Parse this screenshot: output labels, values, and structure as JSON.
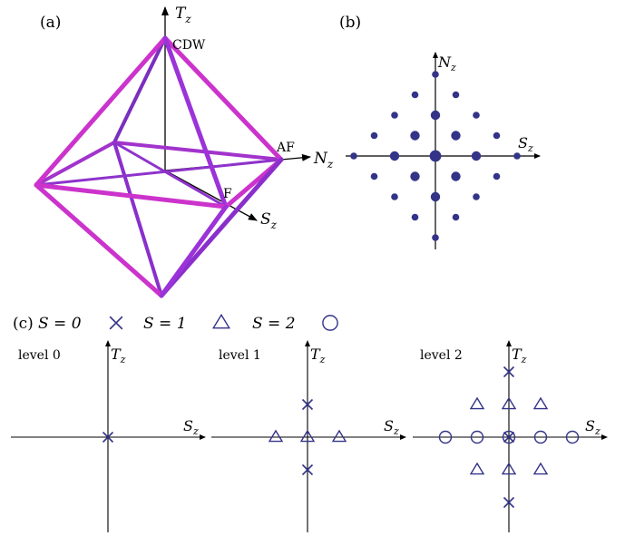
{
  "colors": {
    "edge": "#cc33cc",
    "edge_dark": "#7a2fbf",
    "marker": "#333388",
    "axis": "#000000"
  },
  "panel_a": {
    "panel_label": "(a)",
    "tz_label": "T",
    "tz_sub": "z",
    "nz_label": "N",
    "nz_sub": "z",
    "sz_label": "S",
    "sz_sub": "z",
    "vertex_cdw": "CDW",
    "vertex_af": "AF",
    "vertex_f": "F"
  },
  "panel_b": {
    "panel_label": "(b)",
    "nz_label": "N",
    "nz_sub": "z",
    "sz_label": "S",
    "sz_sub": "z",
    "grid_points": [
      {
        "s": 0,
        "n": 4,
        "w": 1
      },
      {
        "s": -1,
        "n": 3,
        "w": 1
      },
      {
        "s": 1,
        "n": 3,
        "w": 1
      },
      {
        "s": -2,
        "n": 2,
        "w": 1
      },
      {
        "s": 0,
        "n": 2,
        "w": 2
      },
      {
        "s": 2,
        "n": 2,
        "w": 1
      },
      {
        "s": -3,
        "n": 1,
        "w": 1
      },
      {
        "s": -1,
        "n": 1,
        "w": 2
      },
      {
        "s": 1,
        "n": 1,
        "w": 2
      },
      {
        "s": 3,
        "n": 1,
        "w": 1
      },
      {
        "s": -4,
        "n": 0,
        "w": 1
      },
      {
        "s": -2,
        "n": 0,
        "w": 2
      },
      {
        "s": 0,
        "n": 0,
        "w": 3
      },
      {
        "s": 2,
        "n": 0,
        "w": 2
      },
      {
        "s": 4,
        "n": 0,
        "w": 1
      },
      {
        "s": -3,
        "n": -1,
        "w": 1
      },
      {
        "s": -1,
        "n": -1,
        "w": 2
      },
      {
        "s": 1,
        "n": -1,
        "w": 2
      },
      {
        "s": 3,
        "n": -1,
        "w": 1
      },
      {
        "s": -2,
        "n": -2,
        "w": 1
      },
      {
        "s": 0,
        "n": -2,
        "w": 2
      },
      {
        "s": 2,
        "n": -2,
        "w": 1
      },
      {
        "s": -1,
        "n": -3,
        "w": 1
      },
      {
        "s": 1,
        "n": -3,
        "w": 1
      },
      {
        "s": 0,
        "n": -4,
        "w": 1
      }
    ]
  },
  "panel_c": {
    "panel_label": "(c)",
    "legend": [
      {
        "label": "S = 0",
        "marker": "cross"
      },
      {
        "label": "S = 1",
        "marker": "triangle"
      },
      {
        "label": "S = 2",
        "marker": "circle"
      }
    ],
    "tz_label": "T",
    "tz_sub": "z",
    "sz_label": "S",
    "sz_sub": "z",
    "levels": [
      {
        "name": "level 0",
        "points": [
          {
            "s": 0,
            "t": 0,
            "marker": "cross"
          }
        ]
      },
      {
        "name": "level 1",
        "points": [
          {
            "s": 0,
            "t": 1,
            "marker": "cross"
          },
          {
            "s": 0,
            "t": -1,
            "marker": "cross"
          },
          {
            "s": -1,
            "t": 0,
            "marker": "triangle"
          },
          {
            "s": 0,
            "t": 0,
            "marker": "triangle"
          },
          {
            "s": 1,
            "t": 0,
            "marker": "triangle"
          }
        ]
      },
      {
        "name": "level 2",
        "points": [
          {
            "s": 0,
            "t": 2,
            "marker": "cross"
          },
          {
            "s": 0,
            "t": -2,
            "marker": "cross"
          },
          {
            "s": 0,
            "t": 0,
            "marker": "cross"
          },
          {
            "s": -1,
            "t": 1,
            "marker": "triangle"
          },
          {
            "s": 0,
            "t": 1,
            "marker": "triangle"
          },
          {
            "s": 1,
            "t": 1,
            "marker": "triangle"
          },
          {
            "s": -1,
            "t": -1,
            "marker": "triangle"
          },
          {
            "s": 0,
            "t": -1,
            "marker": "triangle"
          },
          {
            "s": 1,
            "t": -1,
            "marker": "triangle"
          },
          {
            "s": -2,
            "t": 0,
            "marker": "circle"
          },
          {
            "s": -1,
            "t": 0,
            "marker": "circle"
          },
          {
            "s": 0,
            "t": 0,
            "marker": "circle"
          },
          {
            "s": 1,
            "t": 0,
            "marker": "circle"
          },
          {
            "s": 2,
            "t": 0,
            "marker": "circle"
          }
        ]
      }
    ]
  }
}
